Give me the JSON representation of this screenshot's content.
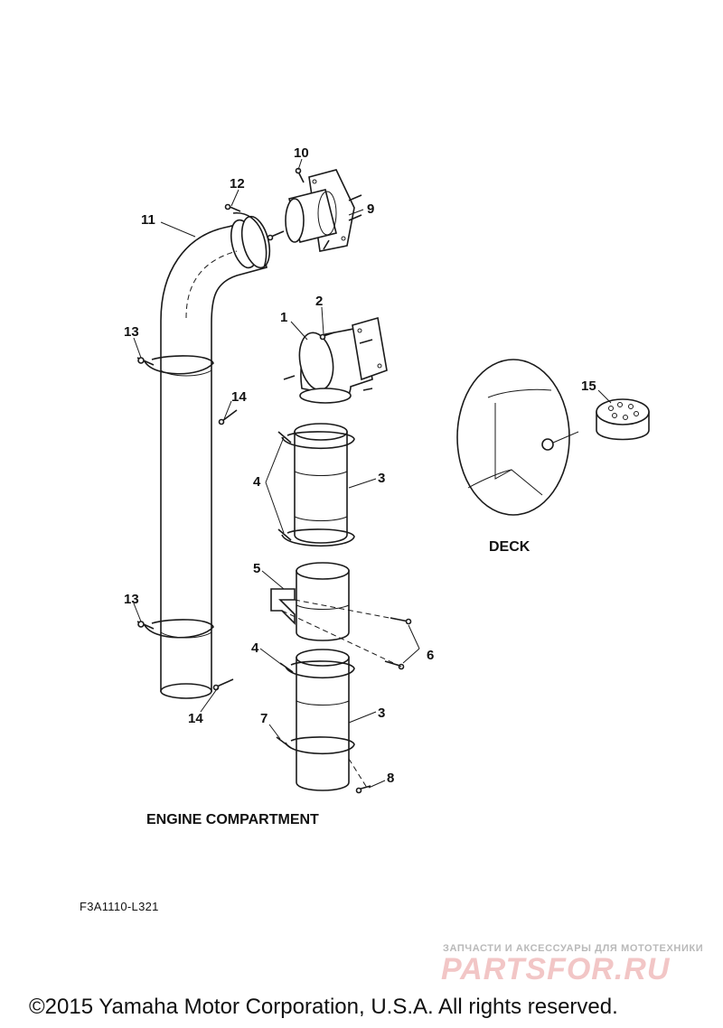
{
  "callouts": {
    "c1": "1",
    "c2": "2",
    "c3a": "3",
    "c3b": "3",
    "c4a": "4",
    "c4b": "4",
    "c5": "5",
    "c6": "6",
    "c7": "7",
    "c8": "8",
    "c9": "9",
    "c10": "10",
    "c11": "11",
    "c12": "12",
    "c13a": "13",
    "c13b": "13",
    "c14a": "14",
    "c14b": "14",
    "c15": "15"
  },
  "captions": {
    "engine_compartment": "ENGINE COMPARTMENT",
    "deck": "DECK"
  },
  "reference_code": "F3A1110-L321",
  "watermark": {
    "tagline": "ЗАПЧАСТИ И АКСЕССУАРЫ ДЛЯ МОТОТЕХНИКИ",
    "brand": "PARTSFOR.RU"
  },
  "copyright": "©2015 Yamaha Motor Corporation, U.S.A. All rights reserved."
}
